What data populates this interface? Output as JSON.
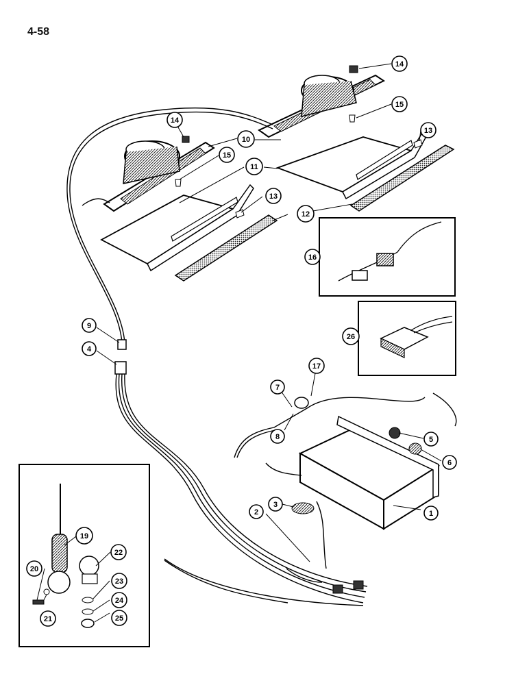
{
  "page": {
    "number": "4-58"
  },
  "callouts": [
    "1",
    "2",
    "3",
    "4",
    "5",
    "6",
    "7",
    "8",
    "9",
    "10",
    "11",
    "12",
    "13",
    "13",
    "14",
    "14",
    "15",
    "15",
    "16",
    "17",
    "19",
    "20",
    "21",
    "22",
    "23",
    "24",
    "25",
    "26"
  ]
}
